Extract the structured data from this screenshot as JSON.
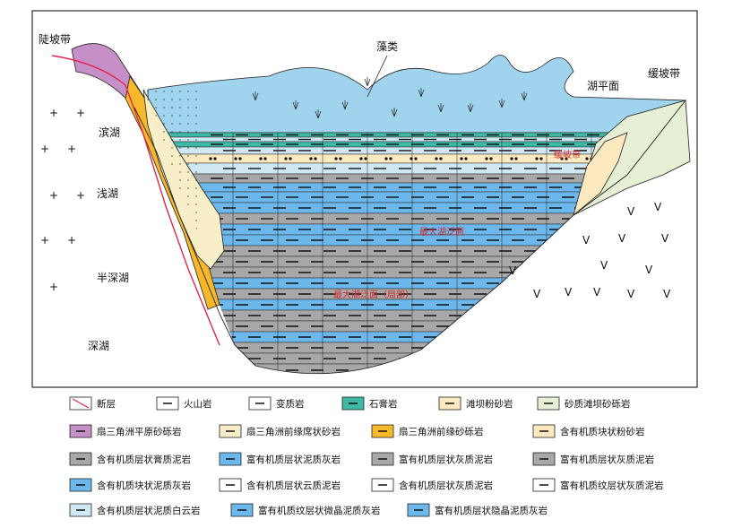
{
  "labels": {
    "steep_slope": "陡坡带",
    "gentle_slope": "缓坡带",
    "algae": "藻类",
    "lake_level": "湖平面",
    "shore_lake": "滨湖",
    "shallow_lake": "浅湖",
    "semi_deep_lake": "半深湖",
    "deep_lake": "深湖"
  },
  "red_labels": [
    "缓坡带",
    "最大湖泛面",
    "最大湖泛面（局部）"
  ],
  "colors": {
    "frame": "#000000",
    "water": "#9fd3ee",
    "fan_plain": "#c68fc8",
    "fan_front": "#f7b82a",
    "fan_margin": "#f8efc8",
    "beach_bar": "#fde9c0",
    "gray_layer": "#a8a8a8",
    "blue_layer": "#6cb8ec",
    "light_blue": "#cfe8f4",
    "teal": "#3fb8a6",
    "green_bar": "#e6f0d4",
    "fault": "#e0284a"
  },
  "legend": [
    {
      "icon": "fault-icon",
      "label": "断层"
    },
    {
      "icon": "volcanic-icon",
      "label": "火山岩"
    },
    {
      "icon": "metamorphic-icon",
      "label": "变质岩"
    },
    {
      "icon": "gypsum-icon",
      "label": "石膏岩"
    },
    {
      "icon": "beach-bar-siltstone-icon",
      "label": "滩坝粉砂岩"
    },
    {
      "icon": "sandy-bar-conglomerate-icon",
      "label": "砂质滩坝砂砾岩"
    },
    {
      "icon": "fan-plain-icon",
      "label": "扇三角洲平原砂砾岩"
    },
    {
      "icon": "fan-front-margin-icon",
      "label": "扇三角洲前缘席状砂岩"
    },
    {
      "icon": "fan-front-icon",
      "label": "扇三角洲前缘砂砾岩"
    },
    {
      "icon": "organic-siltstone-icon",
      "label": "含有机质块状粉砂岩"
    },
    {
      "icon": "gypsum-mudstone-icon",
      "label": "含有机质层状膏质泥岩"
    },
    {
      "icon": "muddy-limestone-icon",
      "label": "富有机质层状泥质灰岩"
    },
    {
      "icon": "calcareous-mudstone-icon",
      "label": "富有机质层状灰质泥岩"
    },
    {
      "icon": "calcareous-mudstone2-icon",
      "label": "富有机质层状灰质泥岩"
    },
    {
      "icon": "block-limestone-icon",
      "label": "含有机质块状泥质灰岩"
    },
    {
      "icon": "dolomitic-mudstone-icon",
      "label": "含有机质层状云质泥岩"
    },
    {
      "icon": "calcareous-mudstone3-icon",
      "label": "含有机质层状灰质泥岩"
    },
    {
      "icon": "laminated-mudstone-icon",
      "label": "富有机质纹层状灰质泥岩"
    },
    {
      "icon": "muddy-dolomite-icon",
      "label": "含有机质层状泥质白云岩"
    },
    {
      "icon": "micro-limestone-icon",
      "label": "富有机质纹层状微晶泥质灰岩"
    },
    {
      "icon": "crypto-limestone-icon",
      "label": "富有机质层状隐晶泥质灰岩"
    }
  ]
}
